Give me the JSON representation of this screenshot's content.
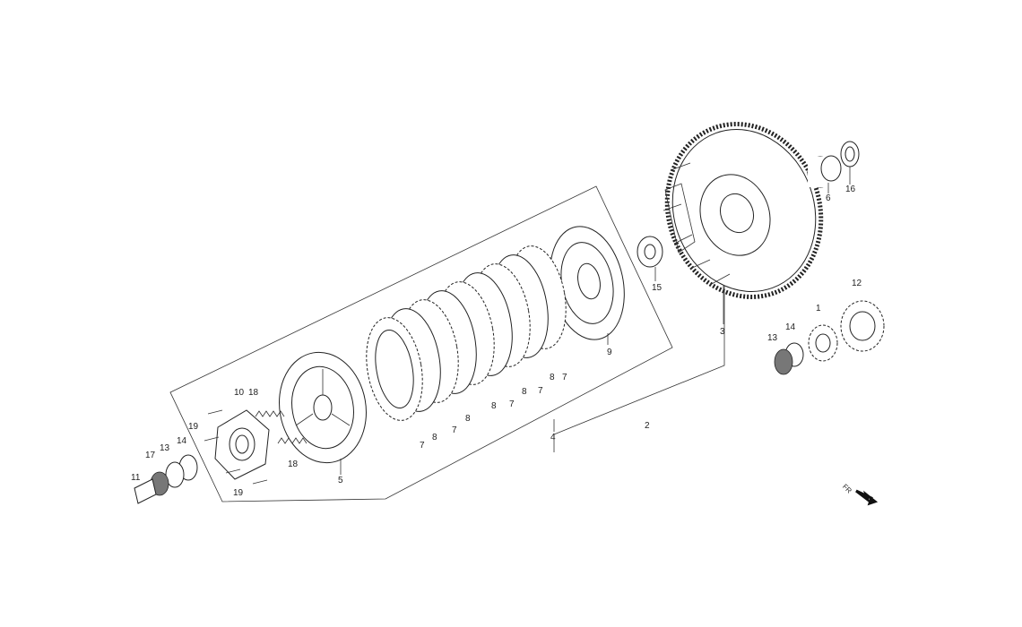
{
  "callouts": {
    "c1": "1",
    "c2": "2",
    "c3": "3",
    "c4": "4",
    "c5": "5",
    "c6": "6",
    "c7a": "7",
    "c7b": "7",
    "c7c": "7",
    "c7d": "7",
    "c7e": "7",
    "c8a": "8",
    "c8b": "8",
    "c8c": "8",
    "c8d": "8",
    "c8e": "8",
    "c9": "9",
    "c10": "10",
    "c11": "11",
    "c12": "12",
    "c13a": "13",
    "c13b": "13",
    "c14a": "14",
    "c14b": "14",
    "c15": "15",
    "c16": "16",
    "c17": "17",
    "c18a": "18",
    "c18b": "18",
    "c19a": "19",
    "c19b": "19"
  },
  "direction_label": "FR",
  "colors": {
    "line": "#222222",
    "background": "#ffffff"
  },
  "icons": {
    "direction": "arrow-down-right-icon"
  }
}
